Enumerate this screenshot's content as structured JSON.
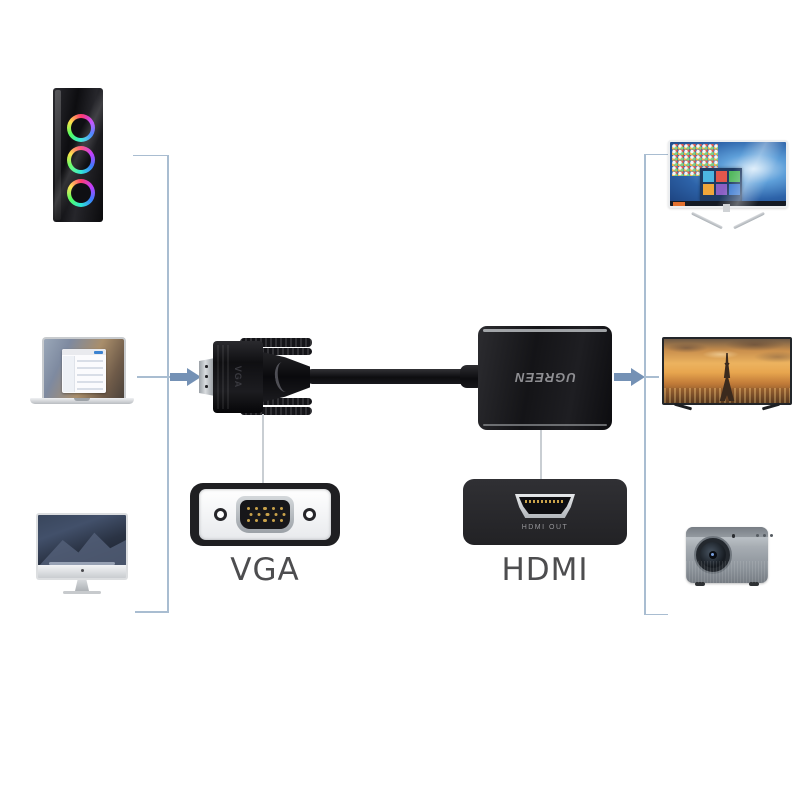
{
  "colors": {
    "background": "#ffffff",
    "bracket_line": "#a9bdd1",
    "arrow": "#7491b5",
    "leader_line": "#c9ced3",
    "label_text": "#4d4d4f",
    "brand_text": "#8f8f93",
    "hdmi_marking_text": "#96969a",
    "pin_gold": "#c9a24a",
    "connector_black": "#141417"
  },
  "adapter": {
    "brand": "UGREEN",
    "plug_marking": "VGA"
  },
  "closeups": {
    "vga": {
      "label": "VGA"
    },
    "hdmi": {
      "label": "HDMI",
      "port_marking": "HDMI OUT"
    }
  },
  "devices": {
    "sources": [
      {
        "icon": "desktop-pc-tower-icon"
      },
      {
        "icon": "macbook-laptop-icon"
      },
      {
        "icon": "imac-desktop-icon"
      }
    ],
    "displays": [
      {
        "icon": "windows-monitor-icon"
      },
      {
        "icon": "led-tv-icon"
      },
      {
        "icon": "projector-icon"
      }
    ]
  }
}
